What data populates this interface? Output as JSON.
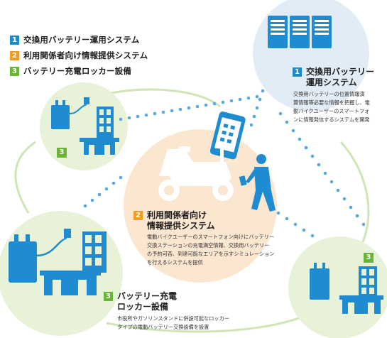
{
  "colors": {
    "badge_blue": "#1e88c9",
    "badge_orange": "#f39a1f",
    "badge_green": "#6ab534",
    "circle_green": "#e7f2d9",
    "circle_blue": "#e2ecf6",
    "circle_peach": "#fbe6d0",
    "device_blue": "#1f8bd0",
    "dotted_blue": "#5aa8db",
    "ring_green": "#cfe5b5"
  },
  "legend": [
    {
      "num": "1",
      "label": "交換用バッテリー運用システム",
      "color": "blue"
    },
    {
      "num": "2",
      "label": "利用関係者向け情報提供システム",
      "color": "orange"
    },
    {
      "num": "3",
      "label": "バッテリー充電ロッカー設備",
      "color": "green"
    }
  ],
  "system1": {
    "num": "1",
    "title_line1": "交換用バッテリー",
    "title_line2": "運用システム",
    "desc": [
      "交換用バッテリーの位置情報演",
      "算情報等必要な情報を把握し、電",
      "動バイクユーザーのスマートフォ",
      "ンに情報発信するシステムを開発"
    ]
  },
  "system2": {
    "num": "2",
    "title_line1": "利用関係者向け",
    "title_line2": "情報提供システム",
    "desc": [
      "電動バイクユーザーのスマートフォン向けにバッテリー",
      "交換ステーションの充電満空情報、交換用バッテリー",
      "の予約可否、到達可能なエリアを示すシミュレーション",
      "を行えるシステムを提供"
    ]
  },
  "system3": {
    "num": "3",
    "title_line1": "バッテリー充電",
    "title_line2": "ロッカー設備",
    "desc": [
      "市役所やガソリンスタンドに併設可能なロッカー",
      "タイプの電動バッテリー交換設備を設置"
    ]
  },
  "tags": {
    "small_left": "3",
    "small_right": "3"
  },
  "icons": [
    "server-rack-icon",
    "smartphone-icon",
    "electric-scooter-icon",
    "walking-person-icon",
    "battery-charger-icon",
    "battery-locker-icon",
    "building-icon"
  ]
}
